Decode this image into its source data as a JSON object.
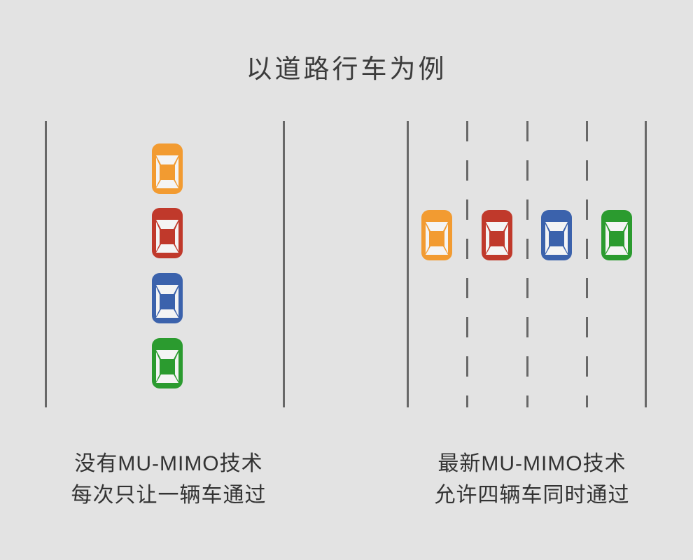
{
  "title": "以道路行车为例",
  "left_panel": {
    "name": "without-mu-mimo",
    "caption": [
      "没有MU-MIMO技术",
      "每次只让一辆车通过"
    ],
    "cars": [
      "orange",
      "red",
      "blue",
      "green"
    ],
    "lanes": 1
  },
  "right_panel": {
    "name": "with-mu-mimo",
    "caption": [
      "最新MU-MIMO技术",
      "允许四辆车同时通过"
    ],
    "cars": [
      "orange",
      "red",
      "blue",
      "green"
    ],
    "lanes": 4
  },
  "colors": {
    "background": "#e3e3e3",
    "road_line": "#686868",
    "car_orange": "#F29B31",
    "car_red": "#C0392B",
    "car_blue": "#3B62AC",
    "car_green": "#2B9B2F",
    "car_window": "#f4f4f4",
    "text": "#333333"
  }
}
